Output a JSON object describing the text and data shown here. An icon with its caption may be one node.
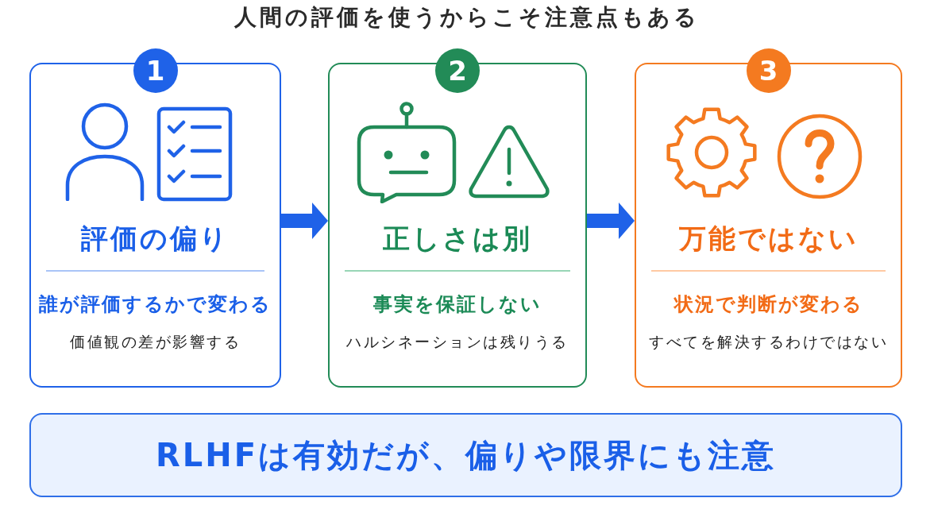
{
  "diagram": {
    "title": "人間の評価を使うからこそ注意点もある",
    "nodes": [
      {
        "text": [
          "1",
          "評価の偏り",
          "誰が評価するかで変わる",
          "価値観の差が影響する"
        ]
      },
      {
        "text": [
          "2",
          "正しさは別",
          "事実を保証しない",
          "ハルシネーションは残りうる"
        ]
      },
      {
        "text": [
          "3",
          "万能ではない",
          "状況で判断が変わる",
          "すべてを解決するわけではない"
        ]
      },
      {
        "text": [
          "RLHFは有効だが、偏りや限界にも注意"
        ]
      }
    ],
    "edges": [
      {
        "from": 0,
        "to": 1,
        "arrow": "to"
      },
      {
        "from": 1,
        "to": 2,
        "arrow": "to"
      }
    ]
  }
}
